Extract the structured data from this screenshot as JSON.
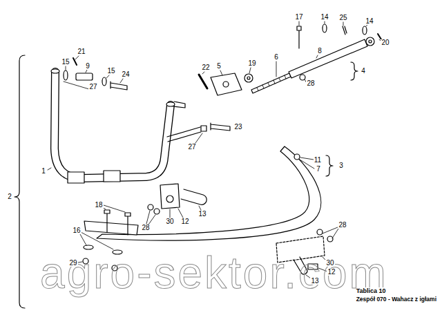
{
  "diagram": {
    "title": "Tablica 10",
    "caption": "Zespół 070 - Wahacz z igłami",
    "labels": [
      "17",
      "14",
      "25",
      "14",
      "20",
      "21",
      "15",
      "9",
      "15",
      "24",
      "22",
      "5",
      "19",
      "6",
      "8",
      "4",
      "28",
      "27",
      "27",
      "23",
      "11",
      "7",
      "3",
      "1",
      "2",
      "18",
      "28",
      "30",
      "12",
      "13",
      "16",
      "29",
      "28",
      "30",
      "12",
      "13",
      "agro-sektor.com"
    ]
  }
}
